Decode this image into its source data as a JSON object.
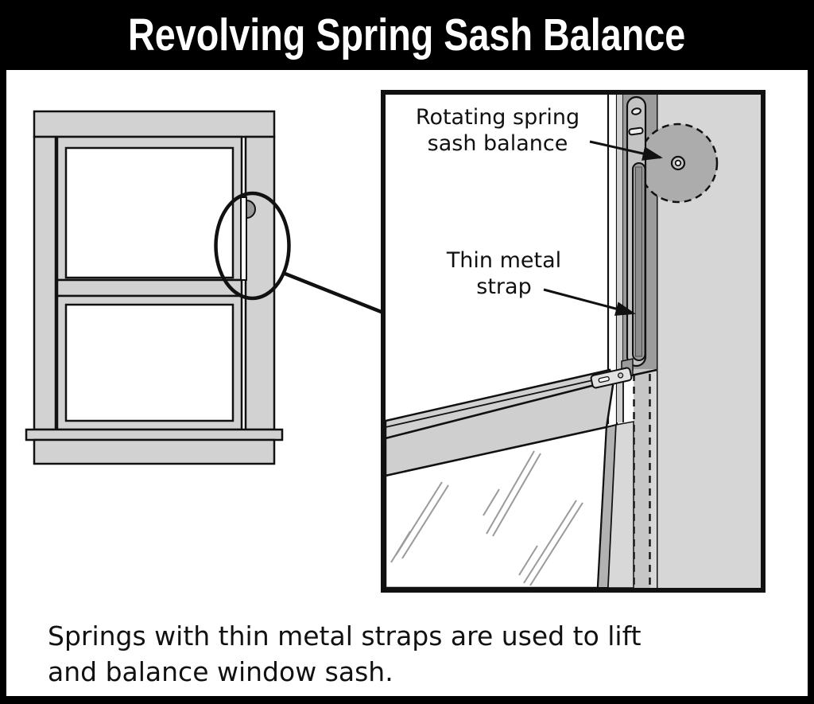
{
  "title": "Revolving Spring Sash Balance",
  "inset": {
    "label_rotating_line1": "Rotating spring",
    "label_rotating_line2": "sash balance",
    "label_strap_line1": "Thin metal",
    "label_strap_line2": "strap"
  },
  "caption": {
    "line1": "Springs with thin metal straps are used to lift",
    "line2": "and balance window sash."
  },
  "colors": {
    "background": "#000000",
    "panel": "#ffffff",
    "title_text": "#ffffff",
    "window_frame_gray": "#d2d2d2",
    "casing_gray": "#d6d6d6",
    "channel_gray": "#9c9c9c",
    "plate_gray": "#c4c4c4",
    "drum_gray": "#acacac",
    "strap_gray": "#8d8d8d",
    "outline_black": "#111111"
  }
}
